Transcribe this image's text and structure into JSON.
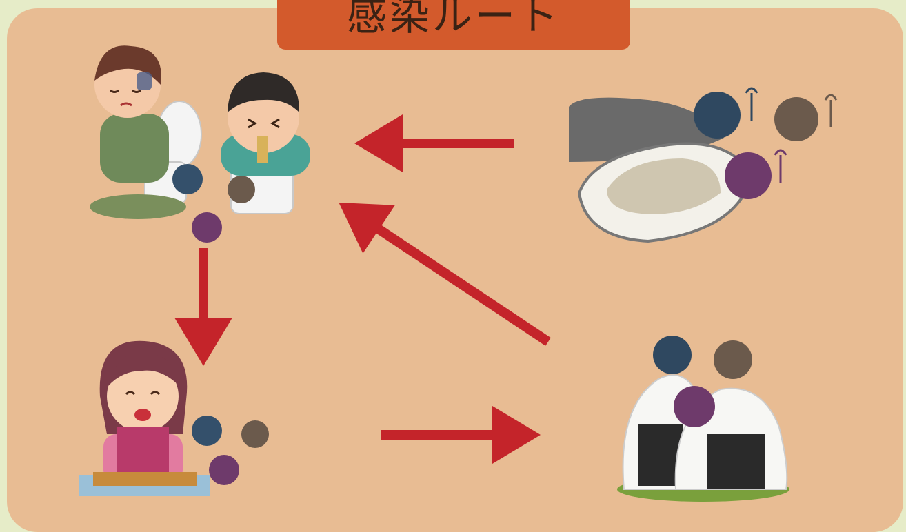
{
  "title": "感染ルート",
  "colors": {
    "panel_background": "#e8bc93",
    "page_background": "#e6ecc8",
    "title_banner": "#d35a2c",
    "arrow": "#c4242a"
  },
  "nodes": [
    {
      "id": "sick-children",
      "icon": "sick-children-toilet-icon"
    },
    {
      "id": "oyster",
      "icon": "oyster-with-norovirus-icon"
    },
    {
      "id": "cook",
      "icon": "woman-cooking-icon"
    },
    {
      "id": "rice-balls",
      "icon": "rice-balls-with-norovirus-icon"
    }
  ],
  "edges": [
    {
      "from": "oyster",
      "to": "sick-children"
    },
    {
      "from": "sick-children",
      "to": "cook"
    },
    {
      "from": "cook",
      "to": "rice-balls"
    },
    {
      "from": "rice-balls",
      "to": "sick-children"
    }
  ]
}
